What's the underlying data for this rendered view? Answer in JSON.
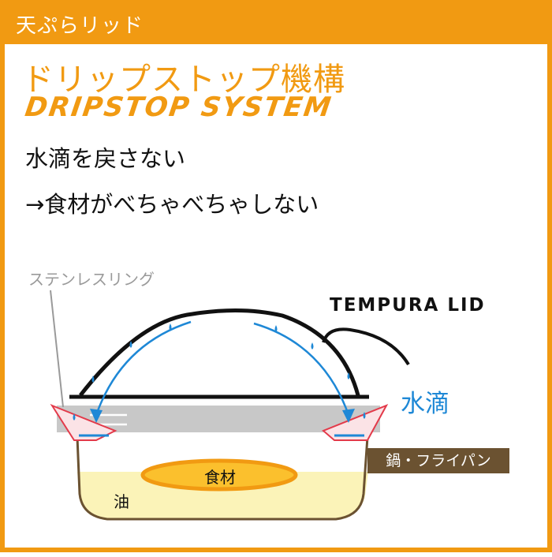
{
  "header": {
    "tag": "天ぷらリッド"
  },
  "title": {
    "jp": "ドリップストップ機構",
    "en": "DRIPSTOP SYSTEM"
  },
  "points": {
    "line1": "水滴を戻さない",
    "line2": "→食材がべちゃべちゃしない"
  },
  "diagram": {
    "ring_label": "ステンレスリング",
    "lid_label": "TEMPURA LID",
    "water_label": "水滴",
    "pan_label": "鍋・フライパン",
    "food_label": "食材",
    "oil_label": "油"
  },
  "colors": {
    "accent": "#f19a12",
    "water": "#1e88d6",
    "pan": "#6b5231",
    "oil": "#fbf3b8",
    "ring": "#e33a4a"
  }
}
